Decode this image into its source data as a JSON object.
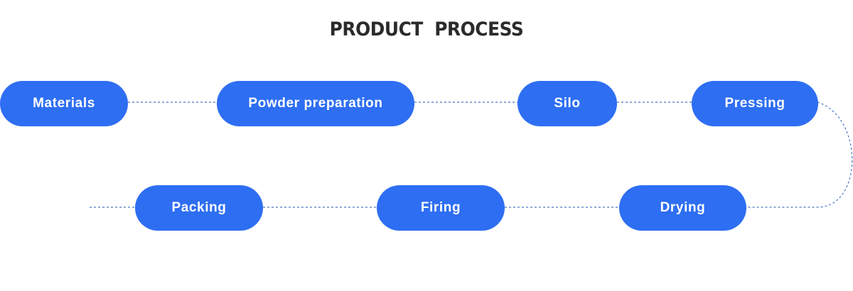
{
  "title": "PRODUCT  PROCESS",
  "colors": {
    "node_fill": "#2e6ef2",
    "node_text": "#ffffff",
    "connector": "#4a78c8",
    "title_text": "#2b2b2b"
  },
  "steps": [
    {
      "label": "Materials"
    },
    {
      "label": "Powder preparation"
    },
    {
      "label": "Silo"
    },
    {
      "label": "Pressing"
    },
    {
      "label": "Drying"
    },
    {
      "label": "Firing"
    },
    {
      "label": "Packing"
    }
  ]
}
